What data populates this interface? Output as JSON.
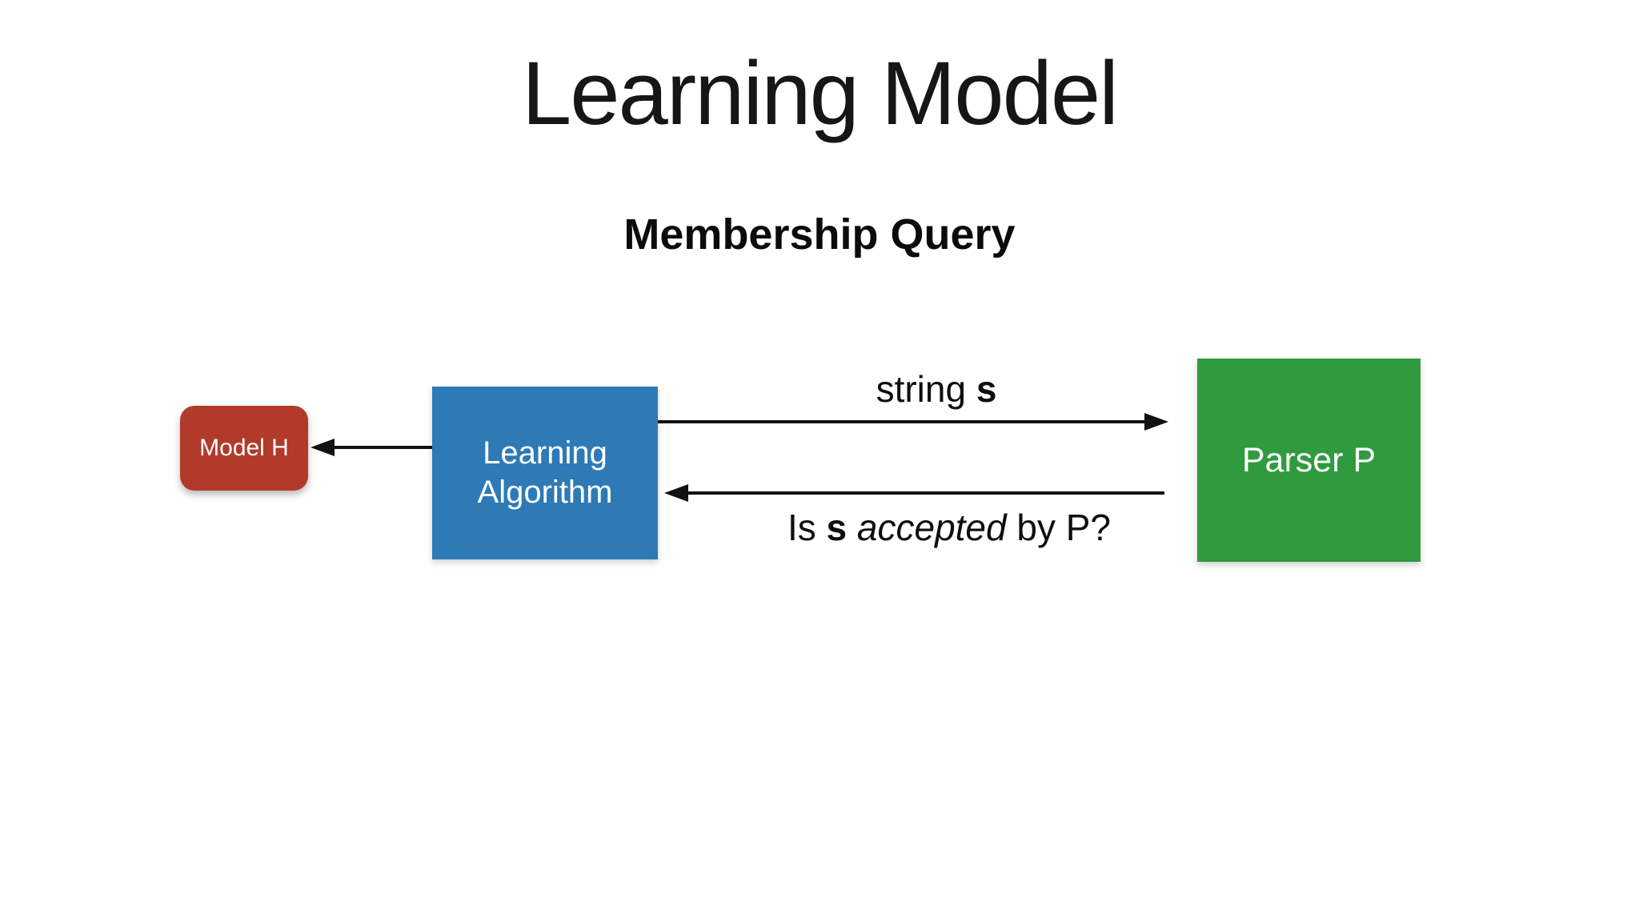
{
  "slide": {
    "title": "Learning Model",
    "subtitle": "Membership Query"
  },
  "diagram": {
    "nodes": [
      {
        "id": "model-h",
        "label": "Model H",
        "shape": "rounded-rect",
        "color": "#b13a2b",
        "text_color": "#ffffff"
      },
      {
        "id": "learning-algorithm",
        "label": "Learning Algorithm",
        "shape": "rect",
        "color": "#2d7ab6",
        "text_color": "#ffffff"
      },
      {
        "id": "parser-p",
        "label": "Parser P",
        "shape": "rect",
        "color": "#2f9b3e",
        "text_color": "#ffffff"
      }
    ],
    "edges": [
      {
        "from": "learning-algorithm",
        "to": "model-h",
        "label": ""
      },
      {
        "from": "learning-algorithm",
        "to": "parser-p",
        "label": "string s"
      },
      {
        "from": "parser-p",
        "to": "learning-algorithm",
        "label": "Is s accepted by P?"
      }
    ],
    "labels": {
      "string_query": {
        "prefix": "string ",
        "emphasis": "s"
      },
      "membership_answer": {
        "part1": "Is ",
        "emphasis": "s",
        "italic": " accepted ",
        "suffix": "by P?"
      }
    }
  },
  "colors": {
    "background": "#ffffff",
    "title_text": "#161616",
    "arrow": "#111111",
    "model_h_fill": "#b13a2b",
    "learning_algorithm_fill": "#2d7ab6",
    "parser_p_fill": "#2f9b3e",
    "node_text": "#ffffff"
  }
}
